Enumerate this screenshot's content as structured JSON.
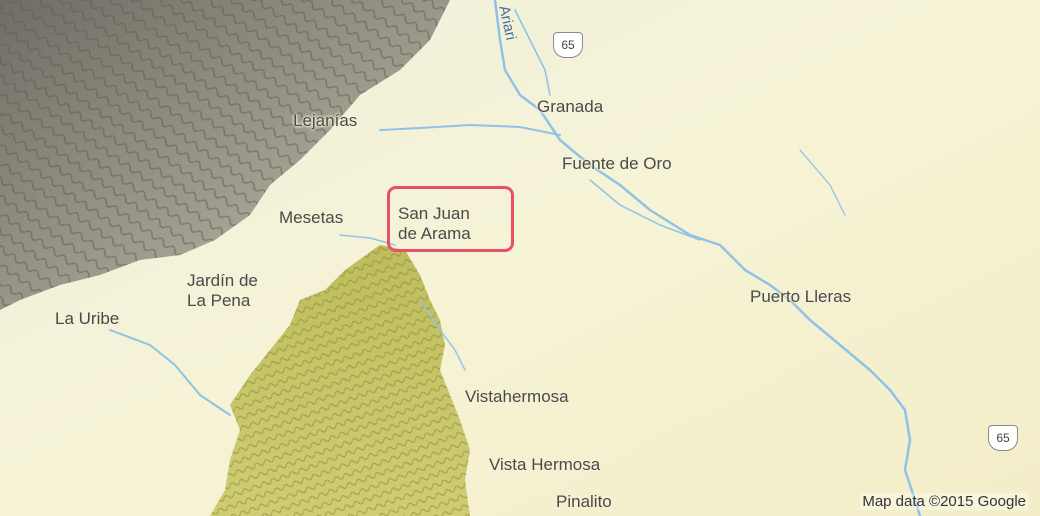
{
  "map": {
    "places": {
      "granada": "Granada",
      "lejanias": "Lejanías",
      "fuente_de_oro": "Fuente de Oro",
      "mesetas": "Mesetas",
      "san_juan_line1": "San Juan",
      "san_juan_line2": "de Arama",
      "jardin_line1": "Jardín de",
      "jardin_line2": "La Pena",
      "la_uribe": "La Uribe",
      "puerto_lleras": "Puerto Lleras",
      "vistahermosa": "Vistahermosa",
      "vista_hermosa": "Vista Hermosa",
      "pinalito": "Pinalito"
    },
    "river_label": "Ariari",
    "route_shields": [
      "65",
      "65"
    ],
    "highlighted_place": "San Juan de Arama",
    "attribution": "Map data ©2015 Google",
    "colors": {
      "plains": "#f4f1d6",
      "mountain_dark": "#8c8a7c",
      "mountain_green": "#c9c96a",
      "river": "#8fc3e6",
      "highlight": "#e8506a"
    }
  }
}
